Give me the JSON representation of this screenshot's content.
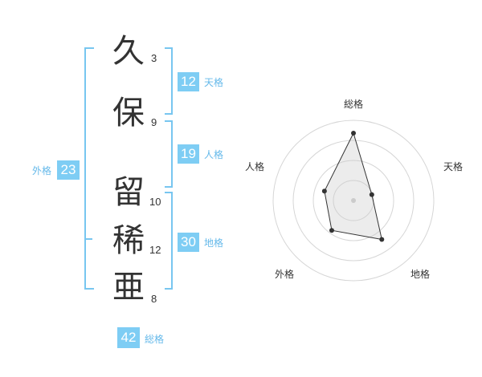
{
  "name": {
    "chars": [
      {
        "char": "久",
        "strokes": "3"
      },
      {
        "char": "保",
        "strokes": "9"
      },
      {
        "char": "留",
        "strokes": "10"
      },
      {
        "char": "稀",
        "strokes": "12"
      },
      {
        "char": "亜",
        "strokes": "8"
      }
    ]
  },
  "kaku": {
    "ten": {
      "value": "12",
      "label": "天格"
    },
    "jin": {
      "value": "19",
      "label": "人格"
    },
    "chi": {
      "value": "30",
      "label": "地格"
    },
    "gai": {
      "value": "23",
      "label": "外格"
    },
    "sou": {
      "value": "42",
      "label": "総格"
    }
  },
  "colors": {
    "accent": "#7ecdf4",
    "accent_text": "#65b9ea",
    "text": "#333333"
  },
  "chart_data": {
    "type": "radar",
    "axes": [
      "総格",
      "天格",
      "地格",
      "外格",
      "人格"
    ],
    "values": [
      42,
      12,
      30,
      23,
      19
    ],
    "grid": "concentric circles"
  }
}
